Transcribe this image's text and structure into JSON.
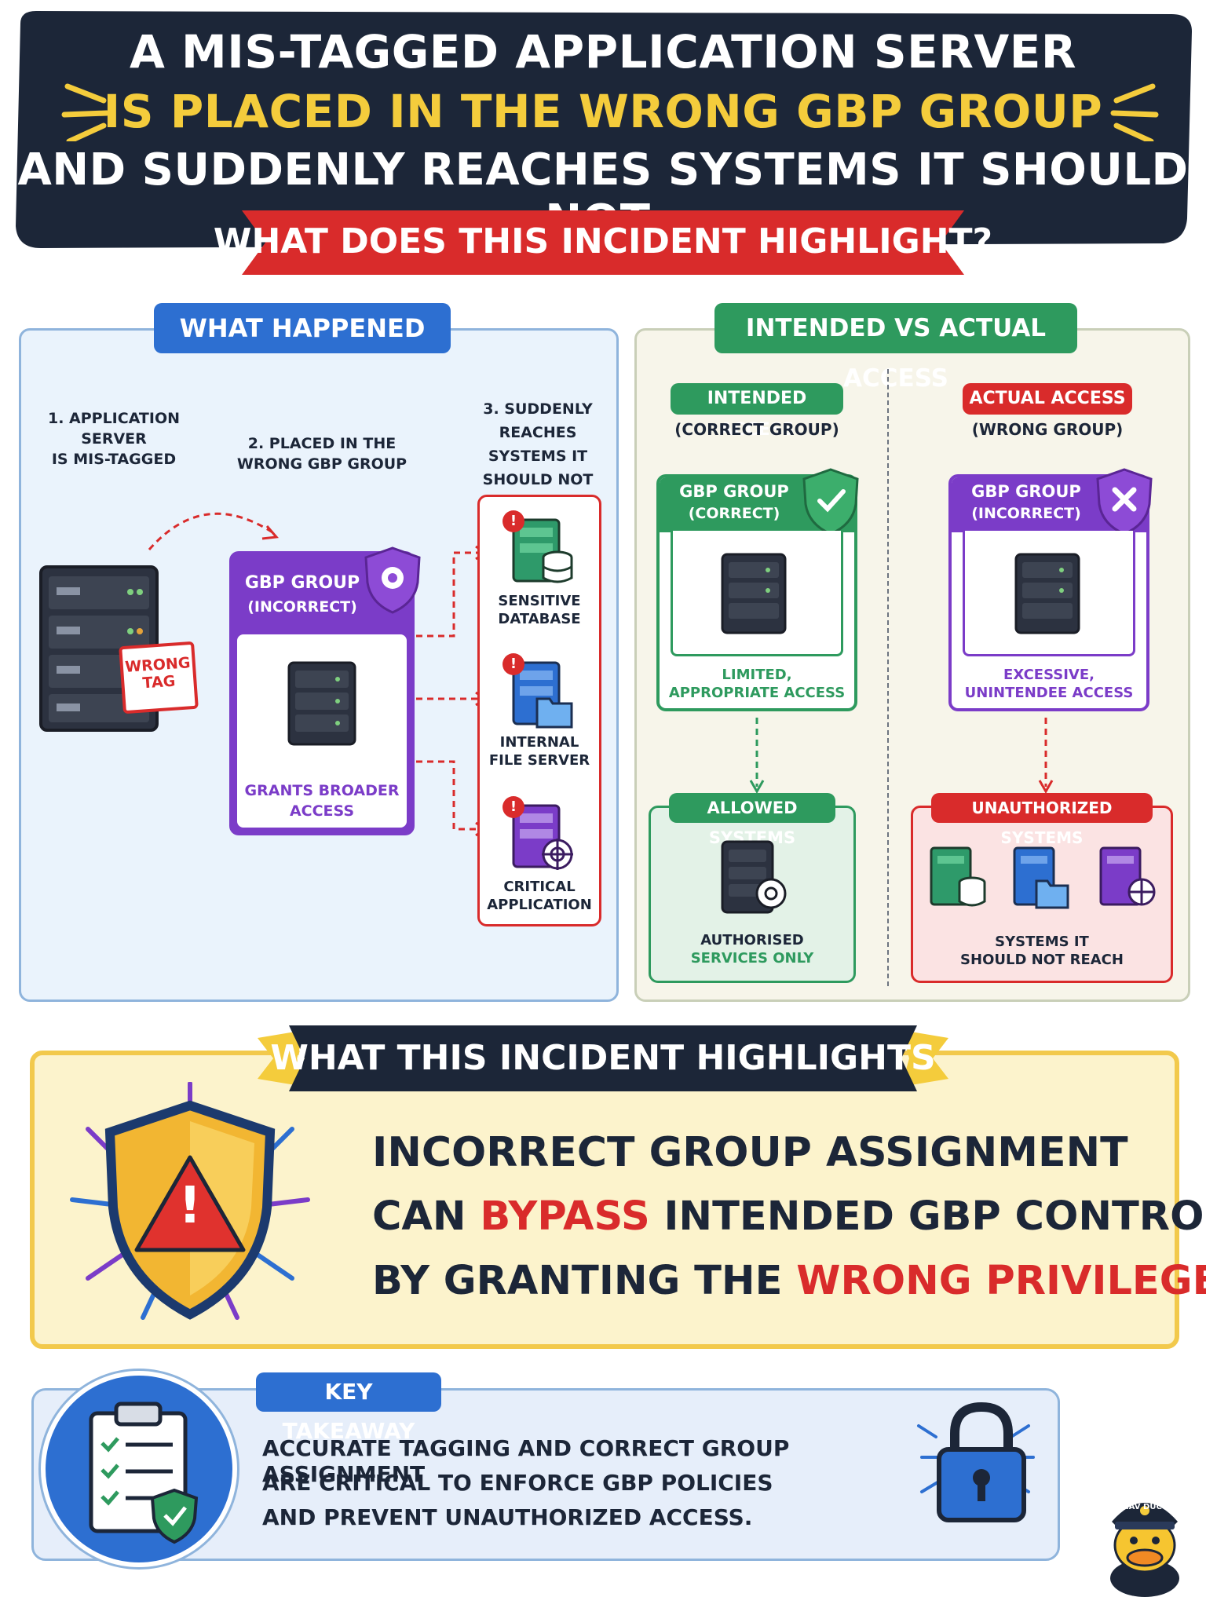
{
  "header": {
    "line1": "A MIS-TAGGED APPLICATION SERVER",
    "line2": "IS PLACED IN THE WRONG GBP GROUP",
    "line3": "AND SUDDENLY REACHES SYSTEMS IT SHOULD NOT.",
    "question": "WHAT DOES THIS INCIDENT HIGHLIGHT?"
  },
  "what_happened": {
    "title": "WHAT HAPPENED",
    "step1_a": "1. APPLICATION SERVER",
    "step1_b": "IS MIS-TAGGED",
    "step2_a": "2. PLACED IN THE",
    "step2_b": "WRONG GBP GROUP",
    "step3_a": "3. SUDDENLY REACHES",
    "step3_b": "SYSTEMS IT",
    "step3_c": "SHOULD NOT",
    "tag_a": "WRONG",
    "tag_b": "TAG",
    "group_a": "GBP GROUP",
    "group_b": "(INCORRECT)",
    "grants_a": "GRANTS BROADER",
    "grants_b": "ACCESS",
    "target1_a": "SENSITIVE",
    "target1_b": "DATABASE",
    "target2_a": "INTERNAL",
    "target2_b": "FILE SERVER",
    "target3_a": "CRITICAL",
    "target3_b": "APPLICATION",
    "alert_mark": "!"
  },
  "comparison": {
    "title": "INTENDED VS ACTUAL ACCESS",
    "intended": {
      "pill": "INTENDED ACCESS",
      "sub": "(CORRECT GROUP)",
      "group_a": "GBP GROUP",
      "group_b": "(CORRECT)",
      "access_a": "LIMITED,",
      "access_b": "APPROPRIATE ACCESS",
      "systems_pill": "ALLOWED SYSTEMS",
      "systems_a": "AUTHORISED",
      "systems_b": "SERVICES ONLY"
    },
    "actual": {
      "pill": "ACTUAL ACCESS",
      "sub": "(WRONG GROUP)",
      "group_a": "GBP GROUP",
      "group_b": "(INCORRECT)",
      "access_a": "EXCESSIVE,",
      "access_b": "UNINTENDEE ACCESS",
      "systems_pill": "UNAUTHORIZED SYSTEMS",
      "systems_a": "SYSTEMS IT",
      "systems_b": "SHOULD NOT REACH"
    }
  },
  "highlights": {
    "title": "WHAT THIS INCIDENT HIGHLIGHTS",
    "line1": "INCORRECT GROUP ASSIGNMENT",
    "line2_pre": "CAN ",
    "line2_em": "BYPASS",
    "line2_post": " INTENDED GBP CONTROLS",
    "line3_pre": "BY GRANTING THE ",
    "line3_em": "WRONG PRIVILEGES.",
    "alert_mark": "!"
  },
  "takeaway": {
    "pill": "KEY TAKEAWAY",
    "line1": "ACCURATE TAGGING AND CORRECT GROUP ASSIGNMENT",
    "line2": "ARE CRITICAL TO ENFORCE GBP POLICIES",
    "line3": "AND PREVENT UNAUTHORIZED ACCESS."
  },
  "mascot": {
    "cap_text": "NAV DUCT"
  },
  "colors": {
    "navy": "#1c2638",
    "yellow": "#f4cc3c",
    "red": "#d92b2b",
    "blue": "#2d6fd1",
    "purple": "#7b3cc8",
    "green": "#2e9a5e"
  }
}
